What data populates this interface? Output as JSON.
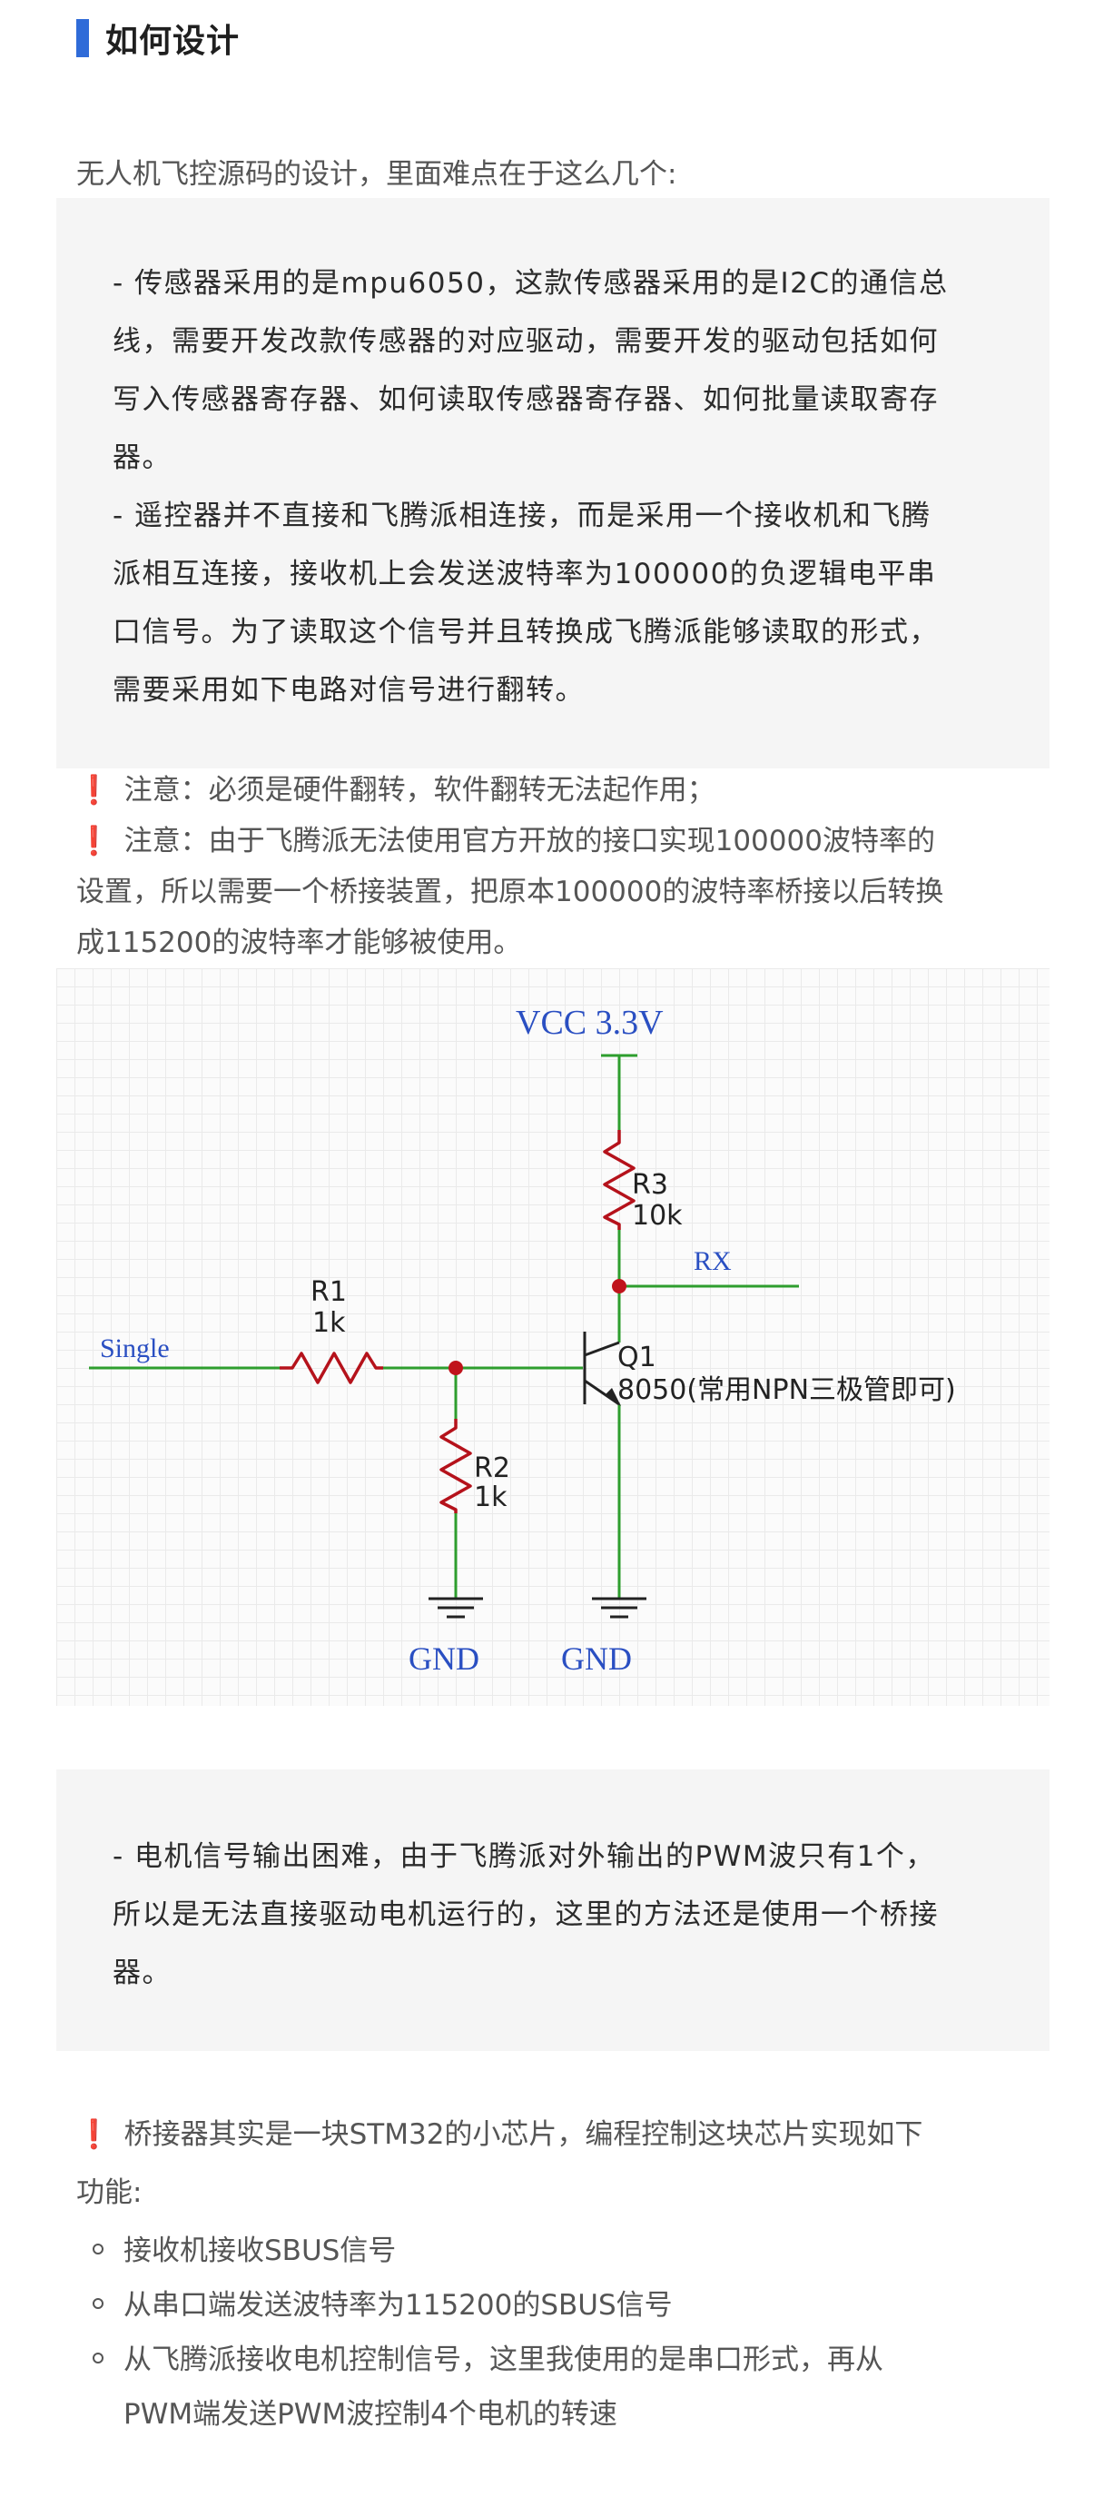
{
  "heading": {
    "title": "如何设计"
  },
  "intro": "无人机飞控源码的设计，里面难点在于这么几个:",
  "quote1": {
    "lines": [
      "- 传感器采用的是mpu6050，这款传感器采用的是I2C的通信总",
      "线，需要开发改款传感器的对应驱动，需要开发的驱动包括如何",
      "写入传感器寄存器、如何读取传感器寄存器、如何批量读取寄存",
      "器。",
      "- 遥控器并不直接和飞腾派相连接，而是采用一个接收机和飞腾",
      "派相互连接，接收机上会发送波特率为100000的负逻辑电平串",
      "口信号。为了读取这个信号并且转换成飞腾派能够读取的形式，",
      "需要采用如下电路对信号进行翻转。"
    ]
  },
  "notes": {
    "excl_icon": "exclamation-icon",
    "note1": "注意：必须是硬件翻转，软件翻转无法起作用；",
    "note2_lines": [
      "注意：由于飞腾派无法使用官方开放的接口实现100000波特率的",
      "设置，所以需要一个桥接装置，把原本100000的波特率桥接以后转换",
      "成115200的波特率才能够被使用。"
    ]
  },
  "circuit": {
    "vcc": "VCC 3.3V",
    "r3_name": "R3",
    "r3_value": "10k",
    "rx": "RX",
    "r1_name": "R1",
    "r1_value": "1k",
    "input": "Single",
    "q1_name": "Q1",
    "q1_desc": "8050(常用NPN三极管即可)",
    "r2_name": "R2",
    "r2_value": "1k",
    "gnd1": "GND",
    "gnd2": "GND",
    "colors": {
      "wire": "#2e9e2e",
      "resistor": "#b5121b",
      "node": "#c0141c",
      "label_blue": "#2a4fc2",
      "ink": "#222222"
    }
  },
  "quote2": {
    "lines": [
      "- 电机信号输出困难，由于飞腾派对外输出的PWM波只有1个，",
      "所以是无法直接驱动电机运行的，这里的方法还是使用一个桥接",
      "器。"
    ]
  },
  "bridge": {
    "intro_lines": [
      "桥接器其实是一块STM32的小芯片，编程控制这块芯片实现如下",
      "功能:"
    ],
    "items": [
      "接收机接收SBUS信号",
      "从串口端发送波特率为115200的SBUS信号",
      "从飞腾派接收电机控制信号，这里我使用的是串口形式，再从",
      "PWM端发送PWM波控制4个电机的转速"
    ]
  }
}
